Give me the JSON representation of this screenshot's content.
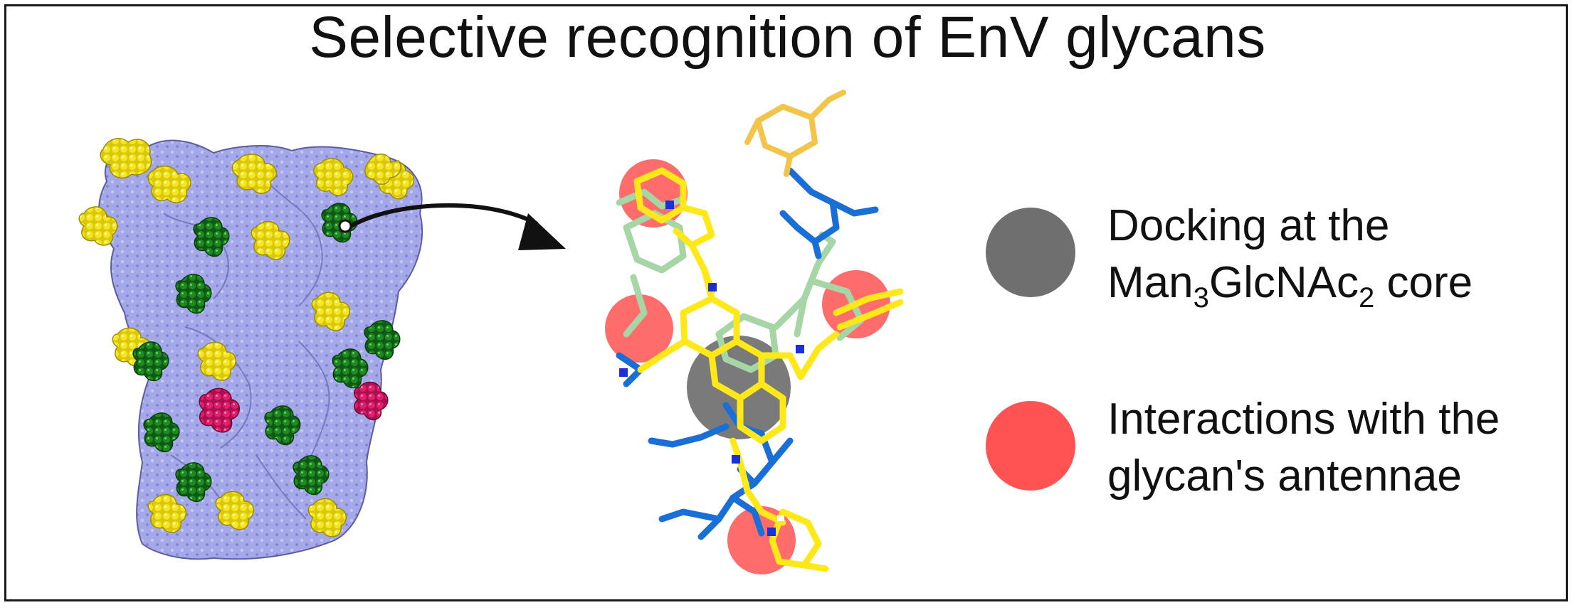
{
  "title": "Selective recognition of EnV glycans",
  "colors": {
    "protein": "#a4a8e8",
    "high_mannose_glycan": "#f1e11b",
    "complex_glycan": "#1e7a1e",
    "hybrid_glycan": "#e01f6e",
    "ligand": "#ffe81a",
    "glycan_stick": "#a6d6a6",
    "residue_stick": "#1a6fd6",
    "core_marker": "#6f6f6f",
    "antenna_marker": "#ff5252"
  },
  "legend": {
    "core": {
      "line1": "Docking at the",
      "line2_main": "Man",
      "line2_sub1": "3",
      "line2_mid": "GlcNAc",
      "line2_sub2": "2",
      "line2_end": " core"
    },
    "antennae": {
      "line1": "Interactions with the",
      "line2": "glycan's antennae"
    }
  }
}
